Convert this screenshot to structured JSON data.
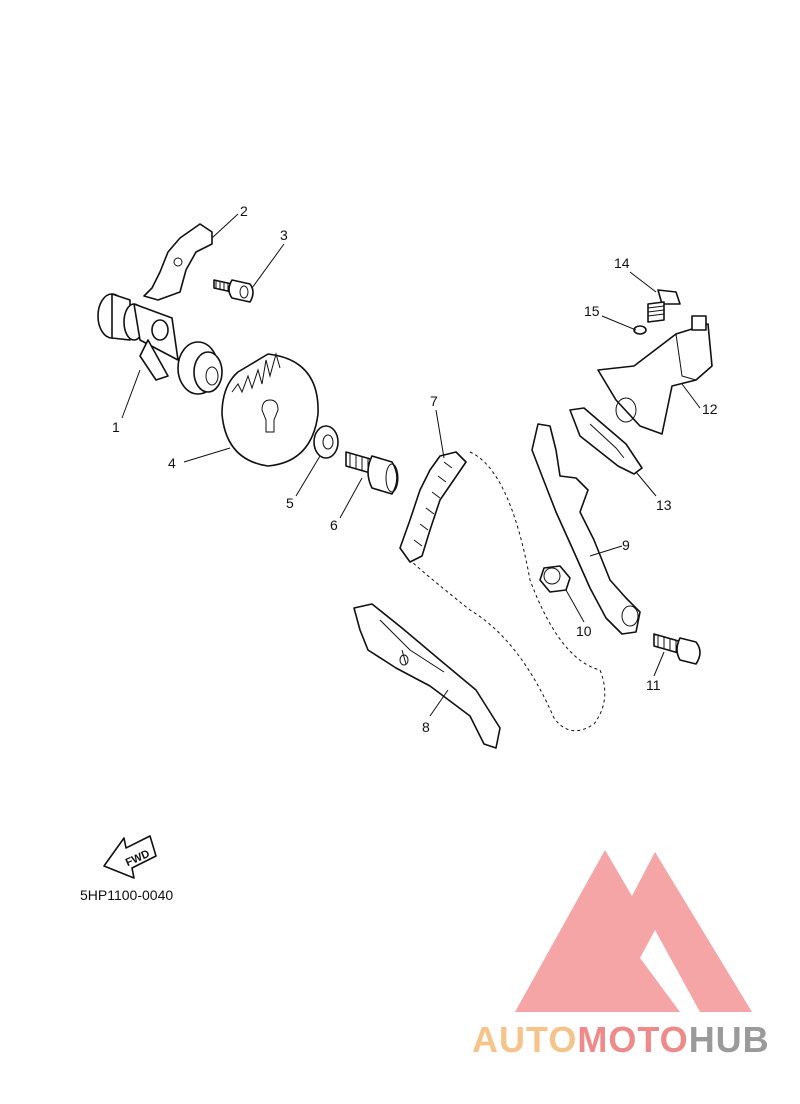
{
  "diagram": {
    "drawing_code": "5HP1100-0040",
    "fwd_label": "FWD",
    "callouts": [
      "1",
      "2",
      "3",
      "4",
      "5",
      "6",
      "7",
      "8",
      "9",
      "10",
      "11",
      "12",
      "13",
      "14",
      "15"
    ]
  },
  "watermark": {
    "part1": "AUTO",
    "part2": "MOTO",
    "part3": "HUB",
    "color_orange": "#f6c48a",
    "color_red": "#f08a8a",
    "color_gray": "#9a9a9a",
    "logo_color": "#f4a0a0"
  }
}
